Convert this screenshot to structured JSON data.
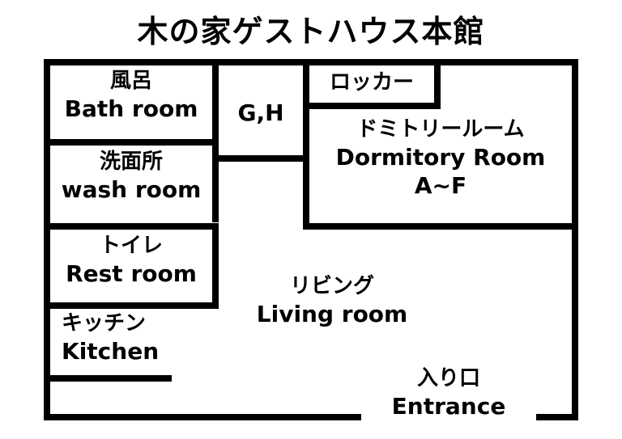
{
  "title": "木の家ゲストハウス本館",
  "rooms": {
    "bath": {
      "jp": "風呂",
      "en": "Bath room"
    },
    "wash": {
      "jp": "洗面所",
      "en": "wash room"
    },
    "rest": {
      "jp": "トイレ",
      "en": "Rest room"
    },
    "kitchen": {
      "jp": "キッチン",
      "en": "Kitchen"
    },
    "gh": {
      "en": "G,H"
    },
    "locker": {
      "jp": "ロッカー"
    },
    "dormitory": {
      "jp": "ドミトリールーム",
      "en": "Dormitory Room",
      "sub": "A~F"
    },
    "living": {
      "jp": "リビング",
      "en": "Living room"
    },
    "entrance": {
      "jp": "入り口",
      "en": "Entrance"
    }
  },
  "colors": {
    "wall": "#000000",
    "background": "#ffffff"
  }
}
